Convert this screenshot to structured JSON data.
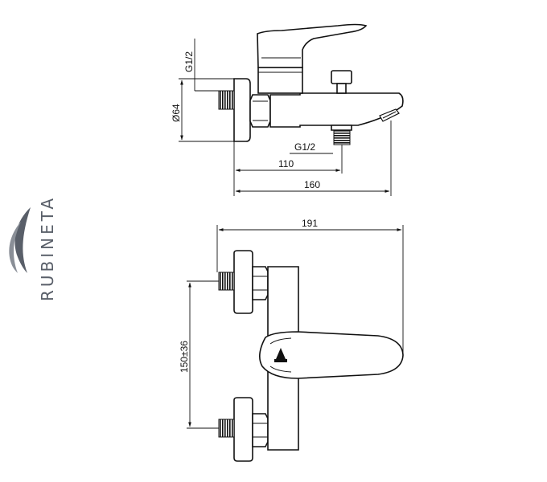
{
  "brand": {
    "name": "RUBINETA",
    "color": "#595f69"
  },
  "side_view": {
    "thread_top_label": "G1/2",
    "diameter_label": "Ø64",
    "thread_bottom_label": "G1/2",
    "dim_110_label": "110",
    "dim_160_label": "160"
  },
  "front_view": {
    "dim_191_label": "191",
    "dim_150_label": "150±36"
  },
  "colors": {
    "line": "#111111",
    "background": "#ffffff"
  }
}
